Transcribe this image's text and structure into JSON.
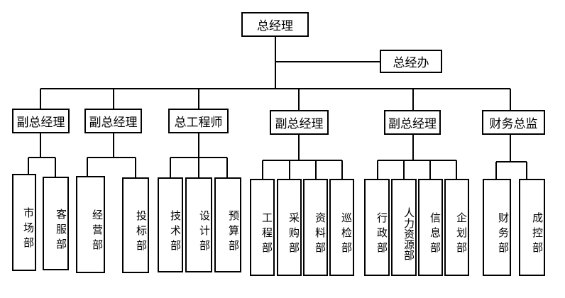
{
  "org": {
    "top": "总经理",
    "office": "总经办",
    "level2": [
      "副总经理",
      "副总经理",
      "总工程师",
      "副总经理",
      "副总经理",
      "财务总监"
    ],
    "groups": [
      [
        "市场部",
        "客服部"
      ],
      [
        "经营部",
        "投标部"
      ],
      [
        "技术部",
        "设计部",
        "预算部"
      ],
      [
        "工程部",
        "采购部",
        "资料部",
        "巡检部"
      ],
      [
        "行政部",
        "人力资源部",
        "信息部",
        "企划部"
      ],
      [
        "财务部",
        "成控部"
      ]
    ]
  }
}
